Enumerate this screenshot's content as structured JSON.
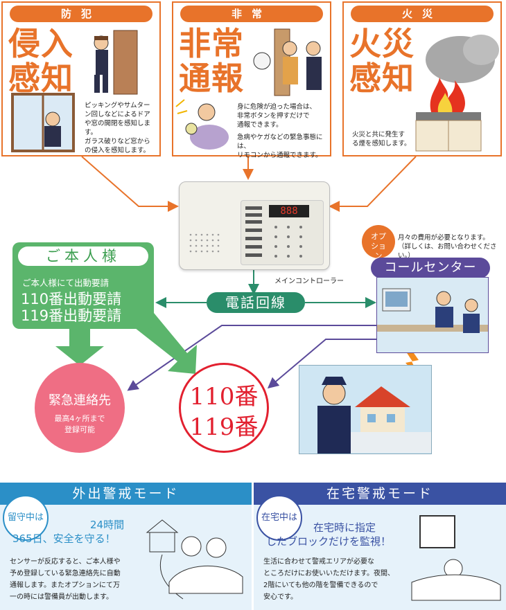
{
  "panels": {
    "bouhan": {
      "title": "防犯",
      "big1": "侵入",
      "big2": "感知",
      "desc1": [
        "ピッキングやサムター",
        "ン回しなどによるドア",
        "や窓の開閉を感知しま",
        "す。"
      ],
      "desc2": [
        "ガラス破りなど窓から",
        "の侵入を感知します。"
      ]
    },
    "hijou": {
      "title": "非常",
      "big1": "非常",
      "big2": "通報",
      "desc1": [
        "身に危険が迫った場合は、",
        "非常ボタンを押すだけで",
        "通報できます。"
      ],
      "desc2": [
        "急病やケガなどの緊急事態には、",
        "リモコンから通報できます。"
      ]
    },
    "kasai": {
      "title": "火災",
      "big1": "火災",
      "big2": "感知",
      "desc1": [
        "火災と共に発生す",
        "る煙を感知します。"
      ]
    }
  },
  "controller": {
    "label": "メインコントローラー",
    "screen": "888"
  },
  "honnin": {
    "title": "ご本人様",
    "line1": "ご本人様にて出動要請",
    "line2": "110番出動要請",
    "line3": "119番出動要請"
  },
  "phone_line": "電話回線",
  "option": {
    "badge": "オプション",
    "note1": "月々の費用が必要となります。",
    "note2": "（詳しくは、お問い合わせください。）"
  },
  "call_center": "コールセンター",
  "kinkyu": {
    "title": "緊急連絡先",
    "sub1": "最高4ヶ所まで",
    "sub2": "登録可能"
  },
  "emergency_numbers": {
    "n1": "110番",
    "n2": "119番"
  },
  "modes": {
    "gaishutsu": {
      "title": "外出警戒モード",
      "badge": "留守中は",
      "headline1": "24時間",
      "headline2": "365日、安全を守る！",
      "desc": [
        "センサーが反応すると、ご本人様や",
        "予め登録している緊急連絡先に自動",
        "通報します。またオプションにて万",
        "一の時には警備員が出動します。"
      ],
      "color": "#2b8fc7",
      "bg": "#e6f2fa"
    },
    "zaitaku": {
      "title": "在宅警戒モード",
      "badge": "在宅中は",
      "headline1": "在宅時に指定",
      "headline2": "したブロックだけを監視！",
      "desc": [
        "生活に合わせて警戒エリアが必要な",
        "ところだけにお使いいただけます。夜間、",
        "2階にいても他の階を警備できるので",
        "安心です。"
      ],
      "color": "#3a52a3",
      "bg": "#e6f2fa"
    }
  },
  "colors": {
    "orange": "#e8732a",
    "green": "#5bb56c",
    "teal": "#2a8d6a",
    "purple": "#5b4a9a",
    "pink": "#ef6e84",
    "red": "#e2202f"
  }
}
